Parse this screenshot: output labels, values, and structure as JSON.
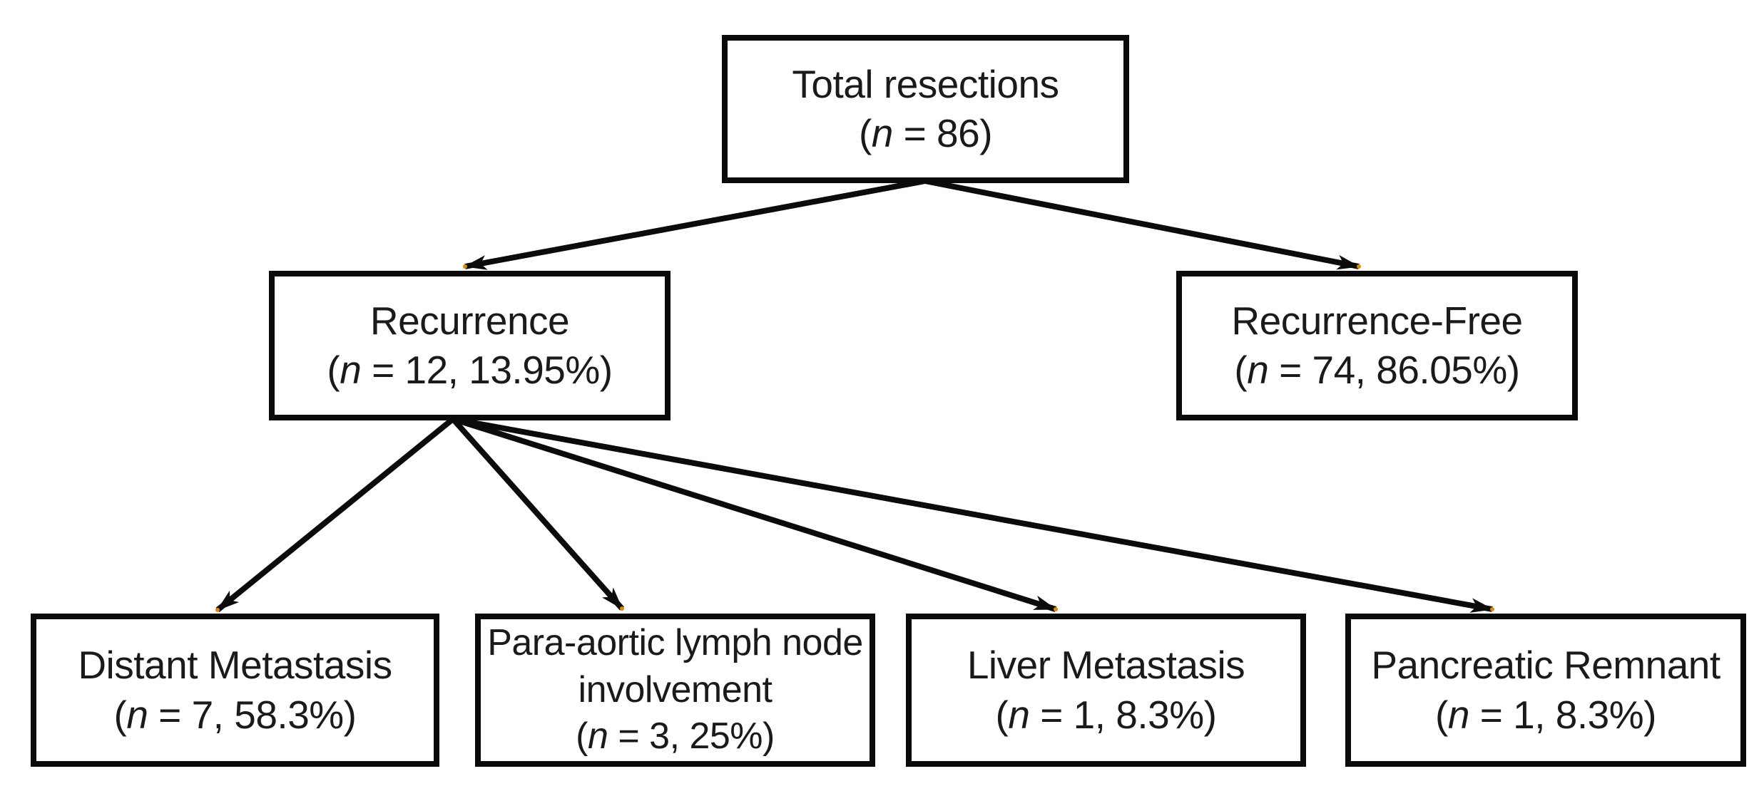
{
  "figure": {
    "background_color": "#ffffff",
    "box_border_color": "#0a0a0a",
    "text_color": "#1a1a1a",
    "arrow_color": "#0b0b0b",
    "arrow_tip_dot_color": "#d98a0f"
  },
  "nodes": {
    "total": {
      "line1": "Total resections",
      "count_prefix": "(",
      "count_var": "n",
      "count_suffix": " = 86)"
    },
    "recurrence": {
      "line1": "Recurrence",
      "count_prefix": "(",
      "count_var": "n",
      "count_suffix": " = 12, 13.95%)"
    },
    "recurrence_free": {
      "line1": "Recurrence-Free",
      "count_prefix": "(",
      "count_var": "n",
      "count_suffix": " = 74, 86.05%)"
    },
    "distant": {
      "line1": "Distant Metastasis",
      "count_prefix": "(",
      "count_var": "n",
      "count_suffix": " = 7, 58.3%)"
    },
    "para_aortic": {
      "line1": "Para-aortic lymph node",
      "line2": "involvement",
      "count_prefix": "(",
      "count_var": "n",
      "count_suffix": " = 3, 25%)"
    },
    "liver": {
      "line1": "Liver Metastasis",
      "count_prefix": "(",
      "count_var": "n",
      "count_suffix": " = 1, 8.3%)"
    },
    "pancreatic": {
      "line1": "Pancreatic Remnant",
      "count_prefix": "(",
      "count_var": "n",
      "count_suffix": " = 1, 8.3%)"
    }
  },
  "edges": [
    {
      "from": "total",
      "to": "recurrence"
    },
    {
      "from": "total",
      "to": "recurrence_free"
    },
    {
      "from": "recurrence",
      "to": "distant"
    },
    {
      "from": "recurrence",
      "to": "para_aortic"
    },
    {
      "from": "recurrence",
      "to": "liver"
    },
    {
      "from": "recurrence",
      "to": "pancreatic"
    }
  ]
}
